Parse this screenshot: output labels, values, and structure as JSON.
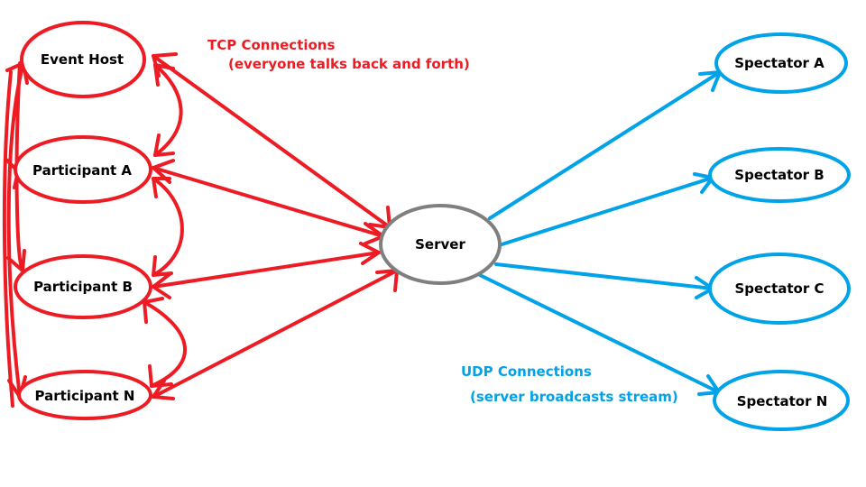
{
  "colors": {
    "tcp": "#ed1c24",
    "udp": "#00a2e8",
    "server": "#7f7f7f",
    "text": "#000000"
  },
  "annotations": {
    "tcp_title": "TCP Connections",
    "tcp_subtitle": "(everyone talks back and forth)",
    "udp_title": "UDP Connections",
    "udp_subtitle": "(server broadcasts stream)"
  },
  "nodes": {
    "event_host": "Event Host",
    "participant_a": "Participant A",
    "participant_b": "Participant B",
    "participant_n": "Participant N",
    "server": "Server",
    "spectator_a": "Spectator A",
    "spectator_b": "Spectator B",
    "spectator_c": "Spectator C",
    "spectator_n": "Spectator N"
  },
  "edges": [
    {
      "from": "event_host",
      "to": "server",
      "protocol": "TCP",
      "direction": "bidirectional"
    },
    {
      "from": "participant_a",
      "to": "server",
      "protocol": "TCP",
      "direction": "bidirectional"
    },
    {
      "from": "participant_b",
      "to": "server",
      "protocol": "TCP",
      "direction": "bidirectional"
    },
    {
      "from": "participant_n",
      "to": "server",
      "protocol": "TCP",
      "direction": "bidirectional"
    },
    {
      "from": "event_host",
      "to": "participant_a",
      "protocol": "TCP",
      "direction": "bidirectional"
    },
    {
      "from": "participant_a",
      "to": "participant_b",
      "protocol": "TCP",
      "direction": "bidirectional"
    },
    {
      "from": "participant_b",
      "to": "participant_n",
      "protocol": "TCP",
      "direction": "bidirectional"
    },
    {
      "from": "event_host",
      "to": "participant_b",
      "protocol": "TCP",
      "direction": "bidirectional"
    },
    {
      "from": "event_host",
      "to": "participant_n",
      "protocol": "TCP",
      "direction": "bidirectional"
    },
    {
      "from": "server",
      "to": "spectator_a",
      "protocol": "UDP",
      "direction": "one-way"
    },
    {
      "from": "server",
      "to": "spectator_b",
      "protocol": "UDP",
      "direction": "one-way"
    },
    {
      "from": "server",
      "to": "spectator_c",
      "protocol": "UDP",
      "direction": "one-way"
    },
    {
      "from": "server",
      "to": "spectator_n",
      "protocol": "UDP",
      "direction": "one-way"
    }
  ]
}
